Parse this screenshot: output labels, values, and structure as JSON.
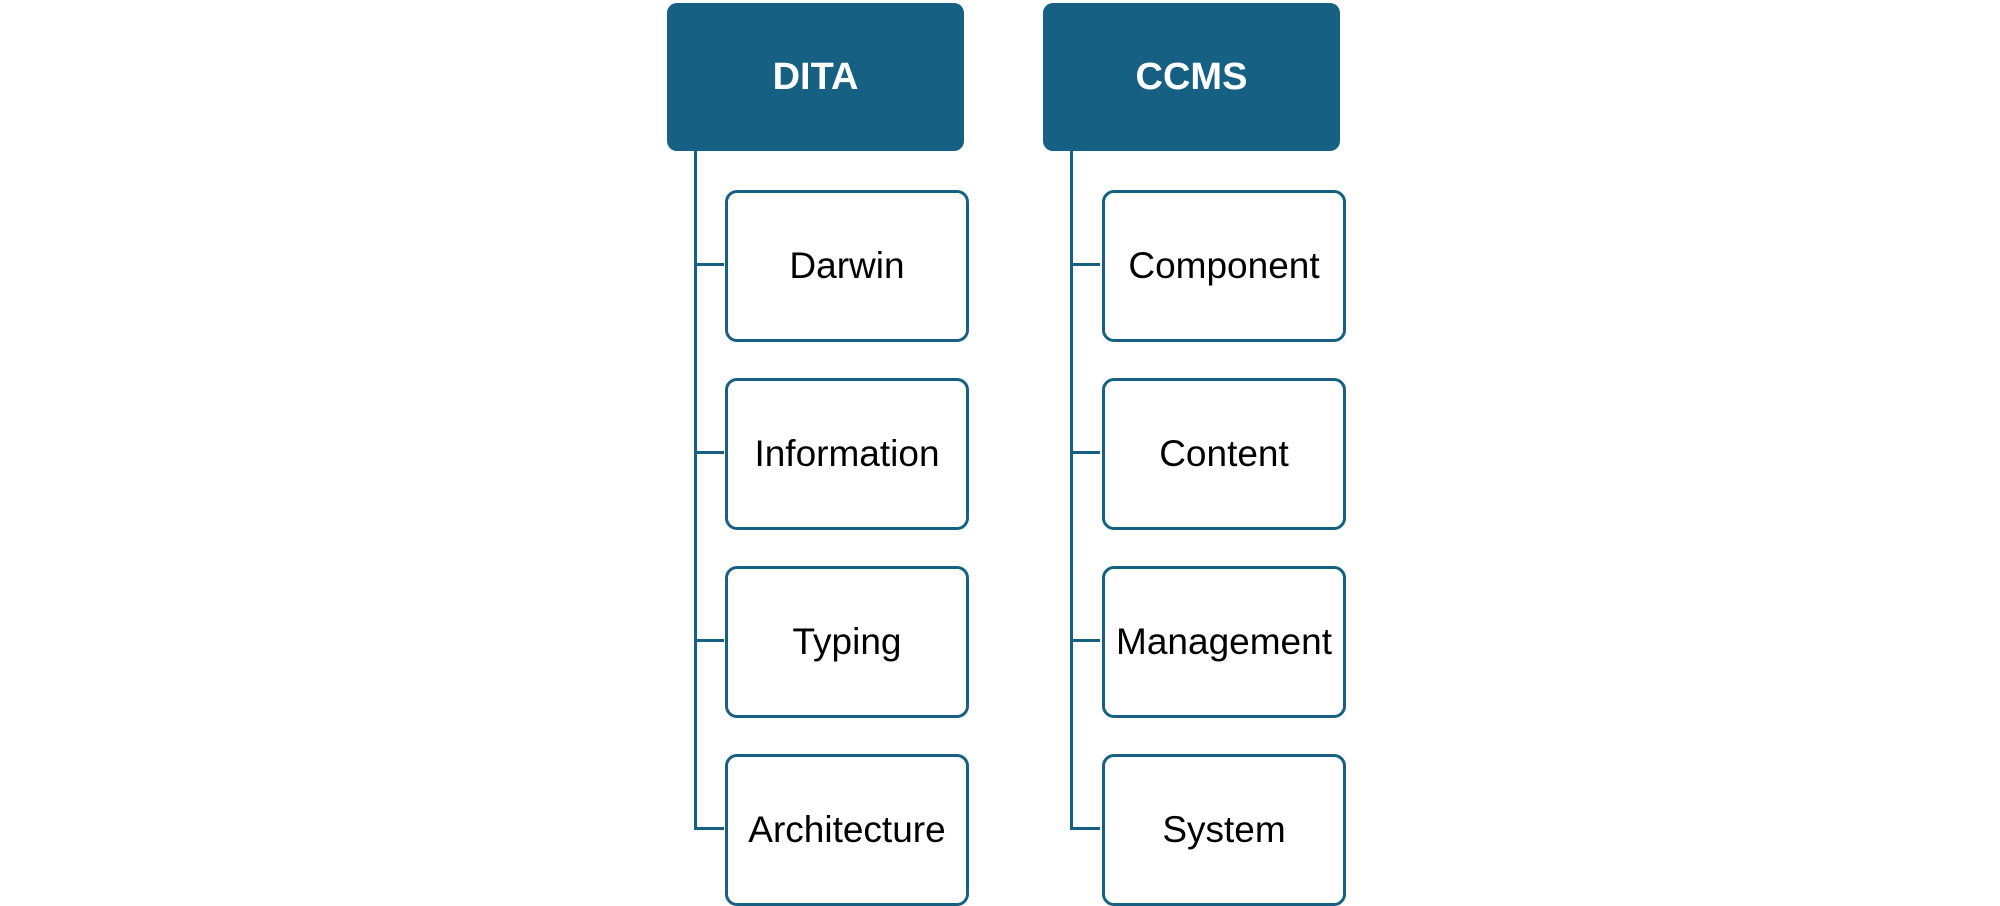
{
  "colors": {
    "header_fill": "#166083",
    "connector": "#166083",
    "child_border": "#166083",
    "header_text": "#ffffff",
    "child_text": "#000000"
  },
  "groups": [
    {
      "title": "DITA",
      "items": [
        "Darwin",
        "Information",
        "Typing",
        "Architecture"
      ]
    },
    {
      "title": "CCMS",
      "items": [
        "Component",
        "Content",
        "Management",
        "System"
      ]
    }
  ]
}
